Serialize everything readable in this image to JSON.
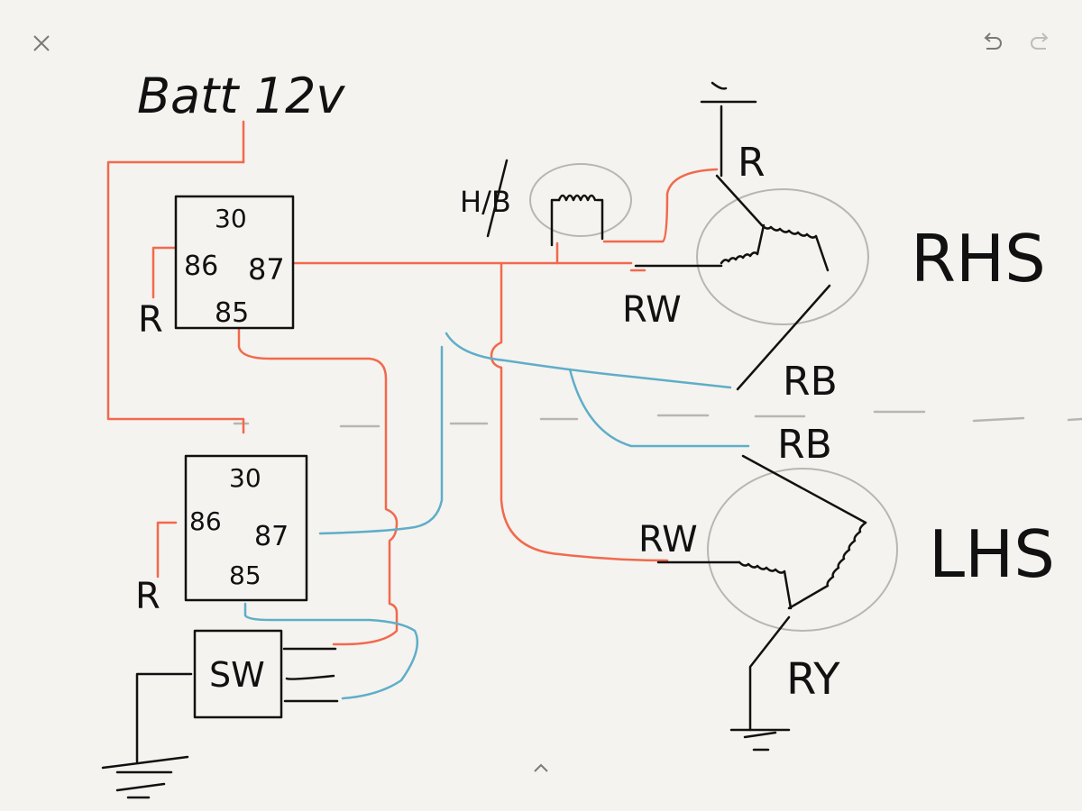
{
  "toolbar": {
    "close_icon": "close-icon",
    "undo_icon": "undo-icon",
    "redo_icon": "redo-icon",
    "expand_icon": "chevron-up-icon"
  },
  "colors": {
    "background": "#f4f3ef",
    "ink": "#111111",
    "red_wire": "#f2694d",
    "blue_wire": "#5fadc9",
    "pencil_gray": "#b8b6b0",
    "icon_gray": "#7a7a7a",
    "icon_disabled": "#bdbdbd"
  },
  "diagram": {
    "battery_label": "Batt 12v",
    "relay_top": {
      "pin30": "30",
      "pin86": "86",
      "pin87": "87",
      "pin85": "85",
      "side_label": "R"
    },
    "relay_bottom": {
      "pin30": "30",
      "pin86": "86",
      "pin87": "87",
      "pin85": "85",
      "side_label": "R"
    },
    "switch_label": "SW",
    "hb_label": "H/B",
    "rhs": {
      "title": "RHS",
      "wire_r": "R",
      "wire_rw": "RW",
      "wire_rb": "RB"
    },
    "lhs": {
      "title": "LHS",
      "wire_rb": "RB",
      "wire_rw": "RW",
      "wire_ry": "RY"
    }
  }
}
